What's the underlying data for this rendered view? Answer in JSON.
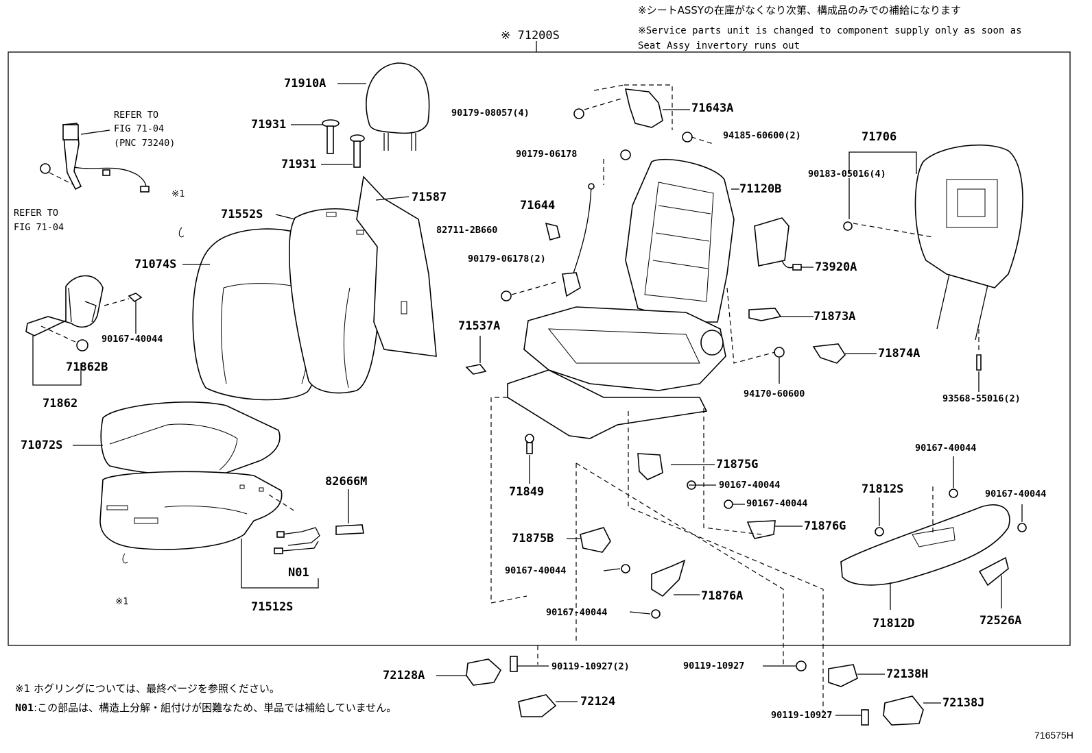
{
  "notes": {
    "jp_top": "※シートASSYの在庫がなくなり次第、構成品のみでの補給になります",
    "en_top_1": "※Service parts unit is changed to component supply only as soon as",
    "en_top_2": "Seat Assy invertory runs out",
    "footnote_1": "※1 ホグリングについては、最終ページを参照ください。",
    "footnote_n01_key": "N01",
    "footnote_n01_text": ":この部品は、構造上分解・組付けが困難なため、単品では補給していません。",
    "figure_code": "716575H"
  },
  "assembly": {
    "label": "※ 71200S"
  },
  "refer": {
    "top_1": "REFER TO",
    "top_2": "FIG 71-04",
    "top_3": "(PNC 73240)",
    "bot_1": "REFER TO",
    "bot_2": "FIG 71-04"
  },
  "markers": {
    "m1a": "※1",
    "m1b": "※1"
  },
  "parts": {
    "p71910A": "71910A",
    "p71931a": "71931",
    "p71931b": "71931",
    "p71587": "71587",
    "p71552S": "71552S",
    "p71074S": "71074S",
    "p90167_40044_a": "90167-40044",
    "p71862B": "71862B",
    "p71862": "71862",
    "p71072S": "71072S",
    "p82666M": "82666M",
    "pN01": "N01",
    "p71512S": "71512S",
    "p90179_08057": "90179-08057(4)",
    "p71643A": "71643A",
    "p94185_60600": "94185-60600(2)",
    "p90179_06178": "90179-06178",
    "p71644": "71644",
    "p82711_2B660": "82711-2B660",
    "p90179_06178_2": "90179-06178(2)",
    "p71120B": "71120B",
    "p71537A": "71537A",
    "p71706": "71706",
    "p90183_05016": "90183-05016(4)",
    "p73920A": "73920A",
    "p71873A": "71873A",
    "p71874A": "71874A",
    "p94170_60600": "94170-60600",
    "p93568_55016": "93568-55016(2)",
    "p71849": "71849",
    "p71875G": "71875G",
    "p90167_40044_b": "90167-40044",
    "p90167_40044_c": "90167-40044",
    "p71876G": "71876G",
    "p71875B": "71875B",
    "p90167_40044_d": "90167-40044",
    "p71876A": "71876A",
    "p90167_40044_e": "90167-40044",
    "p90167_40044_f": "90167-40044",
    "p90167_40044_g": "90167-40044",
    "p71812S": "71812S",
    "p71812D": "71812D",
    "p72526A": "72526A",
    "p72128A": "72128A",
    "p90119_10927_2": "90119-10927(2)",
    "p72124": "72124",
    "p90119_10927_a": "90119-10927",
    "p72138H": "72138H",
    "p90119_10927_b": "90119-10927",
    "p72138J": "72138J"
  }
}
